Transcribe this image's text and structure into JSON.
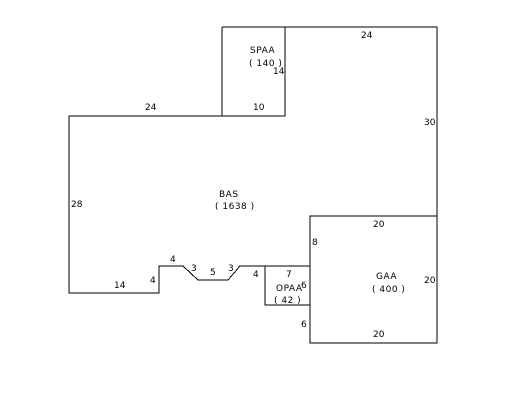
{
  "colors": {
    "line": "#000000",
    "background": "#ffffff"
  },
  "areas": {
    "spaa": {
      "name": "SPAA",
      "value": "( 140 )"
    },
    "bas": {
      "name": "BAS",
      "value": "( 1638 )"
    },
    "gaa": {
      "name": "GAA",
      "value": "( 400 )"
    },
    "opaa": {
      "name": "OPAA",
      "value": "( 42 )"
    }
  },
  "dimensions": {
    "top_right_24": "24",
    "spaa_right_14": "14",
    "spaa_bottom_10": "10",
    "bas_top_24": "24",
    "right_30": "30",
    "left_28": "28",
    "gaa_top_20": "20",
    "gaa_left_8": "8",
    "gaa_right_20": "20",
    "gaa_bottom_20": "20",
    "bottom_14": "14",
    "step_4_a": "4",
    "step_4_b": "4",
    "step_3_a": "3",
    "step_5": "5",
    "step_3_b": "3",
    "step_4_c": "4",
    "opaa_top_7": "7",
    "opaa_right_6": "6",
    "gaa_left_6": "6"
  }
}
